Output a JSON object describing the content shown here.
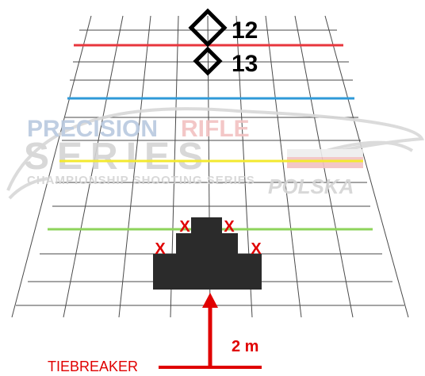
{
  "markers": {
    "top": {
      "label": "12"
    },
    "bottom": {
      "label": "13"
    }
  },
  "watermark": {
    "line1_part1": "PRECISION",
    "line1_part2": "RIFLE",
    "line2": "SERIES",
    "line3": "CHAMPIONSHIP SHOOTING SERIES",
    "line4": "POLSKA"
  },
  "lines": {
    "red": "#e8363d",
    "blue": "#2f9ad8",
    "yellow": "#f3e92f",
    "green": "#8ed35b"
  },
  "barricade": {
    "color": "#2b2b2b",
    "mark_label": "X",
    "mark_color": "#e00000"
  },
  "arrow": {
    "label": "2 m",
    "color": "#e00000"
  },
  "tiebreaker": {
    "label": "TIEBREAKER",
    "color": "#e00000"
  },
  "watermark_colors": {
    "blue": "#b9c9df",
    "pink": "#f2c2c2",
    "gray": "#d4d4d4"
  }
}
